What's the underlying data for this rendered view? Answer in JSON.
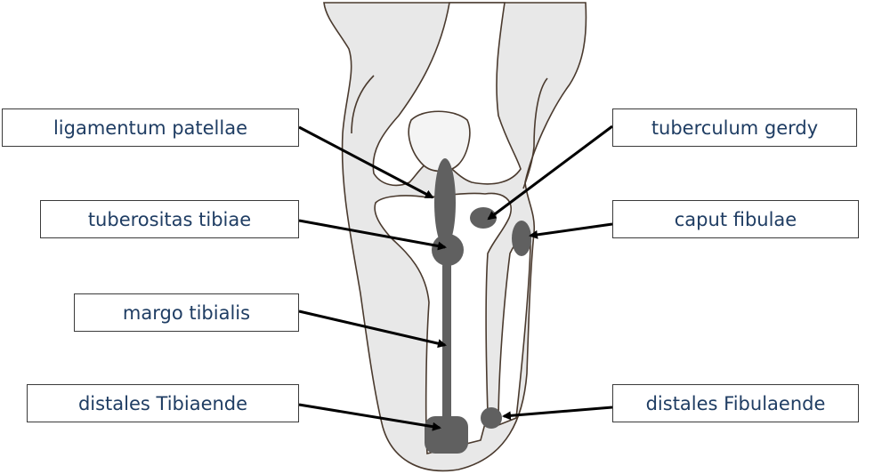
{
  "title": "Knee and lower leg palpation landmarks",
  "labels": {
    "ligamentum_patellae": "ligamentum patellae",
    "tuberositas_tibiae": "tuberositas tibiae",
    "margo_tibialis": "margo tibialis",
    "distales_tibiaende": "distales Tibiaende",
    "tuberculum_gerdy": "tuberculum gerdy",
    "caput_fibulae": "caput fibulae",
    "distales_fibulaende": "distales Fibulaende"
  },
  "colors": {
    "text": "#1f3d63",
    "outline": "#4a3a2e",
    "skin_fill": "#e8e8e8",
    "landmark_fill": "#606060"
  }
}
